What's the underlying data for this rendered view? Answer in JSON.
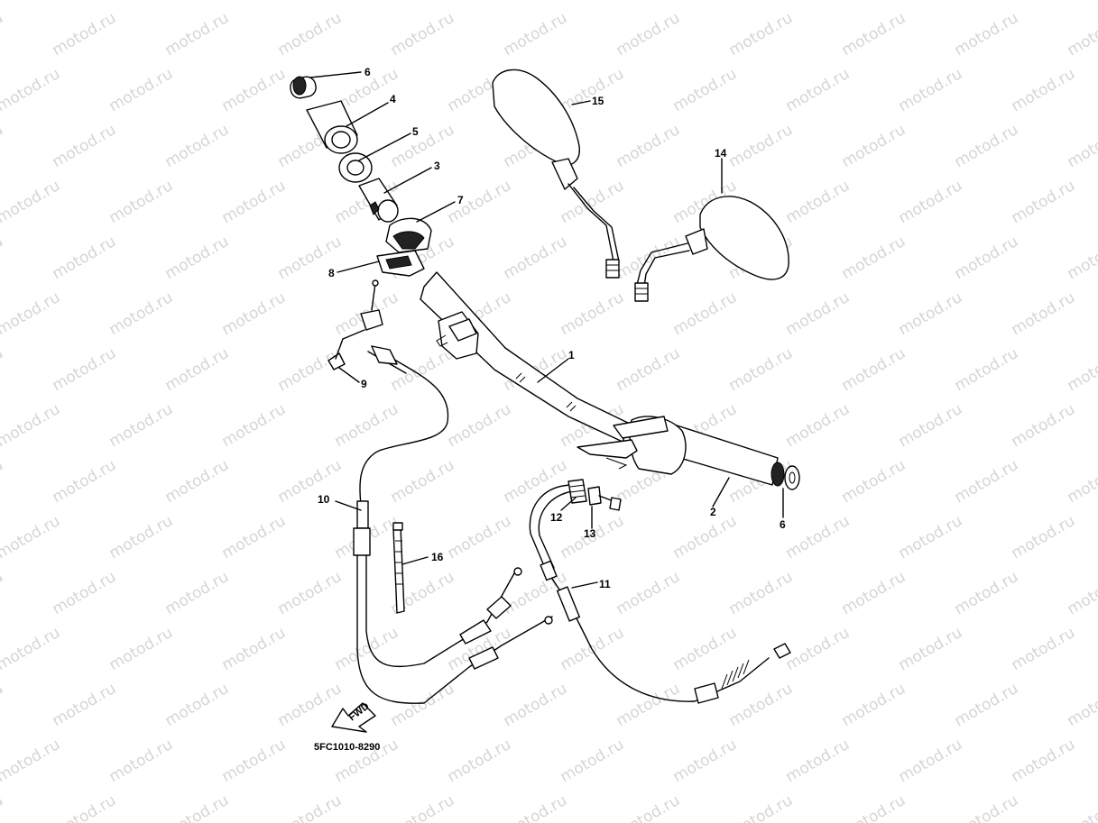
{
  "watermark": {
    "text": "motod.ru"
  },
  "drawing_code": "5FC1010-8290",
  "fwd_label": "FWD",
  "callouts": {
    "c1": "1",
    "c2": "2",
    "c3": "3",
    "c4": "4",
    "c5": "5",
    "c6a": "6",
    "c6b": "6",
    "c7": "7",
    "c8": "8",
    "c9": "9",
    "c10": "10",
    "c11": "11",
    "c12": "12",
    "c13": "13",
    "c14": "14",
    "c15": "15",
    "c16": "16"
  }
}
